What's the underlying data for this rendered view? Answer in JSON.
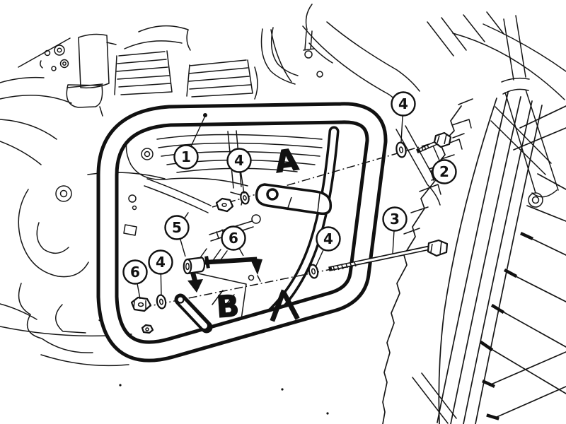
{
  "figure": {
    "kind": "technical parts diagram",
    "subject": "motorcycle engine guard (crash bar) mounting illustration",
    "ink_color": "#161616",
    "paper_color": "#ffffff"
  },
  "callouts": [
    {
      "id": "callout-1",
      "label": "1"
    },
    {
      "id": "callout-4-engine-left",
      "label": "4"
    },
    {
      "id": "callout-4-top-right",
      "label": "4"
    },
    {
      "id": "callout-2",
      "label": "2"
    },
    {
      "id": "callout-3",
      "label": "3"
    },
    {
      "id": "callout-4-mid-right",
      "label": "4"
    },
    {
      "id": "callout-4-bottom-left",
      "label": "4"
    },
    {
      "id": "callout-5",
      "label": "5"
    },
    {
      "id": "callout-6-bottom-left",
      "label": "6"
    },
    {
      "id": "callout-6-center",
      "label": "6"
    }
  ],
  "markers": {
    "bracket_a": "A",
    "bracket_b": "B"
  }
}
